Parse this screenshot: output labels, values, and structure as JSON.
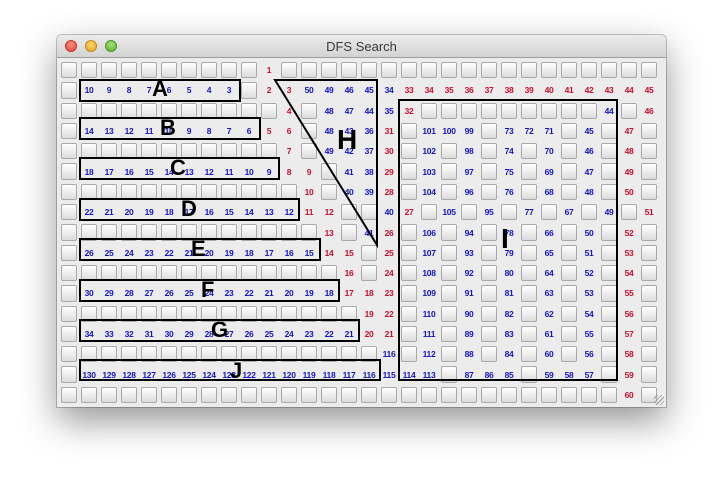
{
  "window": {
    "title": "DFS Search",
    "buttons": [
      "close",
      "minimize",
      "zoom"
    ]
  },
  "colors": {
    "numbers_blue": "#1414c8",
    "numbers_red": "#c8102e",
    "region_outline": "#000000"
  },
  "grid": {
    "columns": 30,
    "rows": 17,
    "rows_tokens": [
      ". . . . . . . . . . R1 . . . . . . . . . . . . . . . . . . .",
      ". B10 B9 B8 B7 B6 B5 B4 B3 . R2 R3 B50 B49 B46 B45 B34 R33 R34 R35 R36 R37 R38 R39 R40 R41 R42 R43 R44 R45",
      ". . . . . . . . . . . R4 . B48 B47 B44 B35 R32 . . . . . . . . . B44 . R46",
      ". B14 B13 B12 B11 B10 B9 B8 B7 B6 R5 R6 . B48 B43 B36 R31 . B101 B100 B99 . B73 B72 B71 . B45 . R47",
      ". . . . . . . . . . . R7 . B49 B42 B37 R30 . B102 . B98 . B74 . B70 . B46 . R48",
      ". B18 B17 B16 B15 B14 B13 B12 B11 B10 B9 R8 R9 . B41 B38 R29 . B103 . B97 . B75 . B69 . B47 . R49",
      ". . . . . . . . . . . . R10 . B40 B39 R28 . B104 . B96 . B76 . B68 . B48 . R50",
      ". B22 B21 B20 B19 B18 B17 B16 B15 B14 B13 B12 R11 R12 . . B40 R27 . B105 . B95 . B77 . B67 . B49 . R51",
      ". . . . . . . . . . . . . R13 . B41 R26 . B106 . B94 . B78 . B66 . B50 . R52",
      ". B26 B25 B24 B23 B22 B21 B20 B19 B18 B17 B16 B15 R14 R15 . R25 . B107 . B93 . B79 . B65 . B51 . R53",
      ". . . . . . . . . . . . . . R16 . R24 . B108 . B92 . B80 . B64 . B52 . R54",
      ". B30 B29 B28 B27 B26 B25 B24 B23 B22 B21 B20 B19 B18 R17 R18 R23 . B109 . B91 . B81 . B63 . B53 . R55",
      ". . . . . . . . . . . . . . . R19 R22 . B110 . B90 . B82 . B62 . B54 . R56",
      ". B34 B33 B32 B31 B30 B29 B28 B27 B26 B25 B24 B23 B22 B21 R20 R21 . B111 . B89 . B83 . B61 . B55 . R57",
      ". . . . . . . . . . . . . . . . B116 . B112 . B88 . B84 . B60 . B56 . R58",
      ". B130 B129 B128 B127 B126 B125 B124 B123 B122 B121 B120 B119 B118 B117 B116 B115 B114 B113 . B87 B86 B85 . B59 B58 B57 . R59",
      ". . . . . . . . . . . . . . . . . . . . . . . . . . . . R60"
    ]
  },
  "regions": [
    {
      "label": "A"
    },
    {
      "label": "B"
    },
    {
      "label": "C"
    },
    {
      "label": "D"
    },
    {
      "label": "E"
    },
    {
      "label": "F"
    },
    {
      "label": "G"
    },
    {
      "label": "H"
    },
    {
      "label": "I"
    },
    {
      "label": "J"
    }
  ]
}
